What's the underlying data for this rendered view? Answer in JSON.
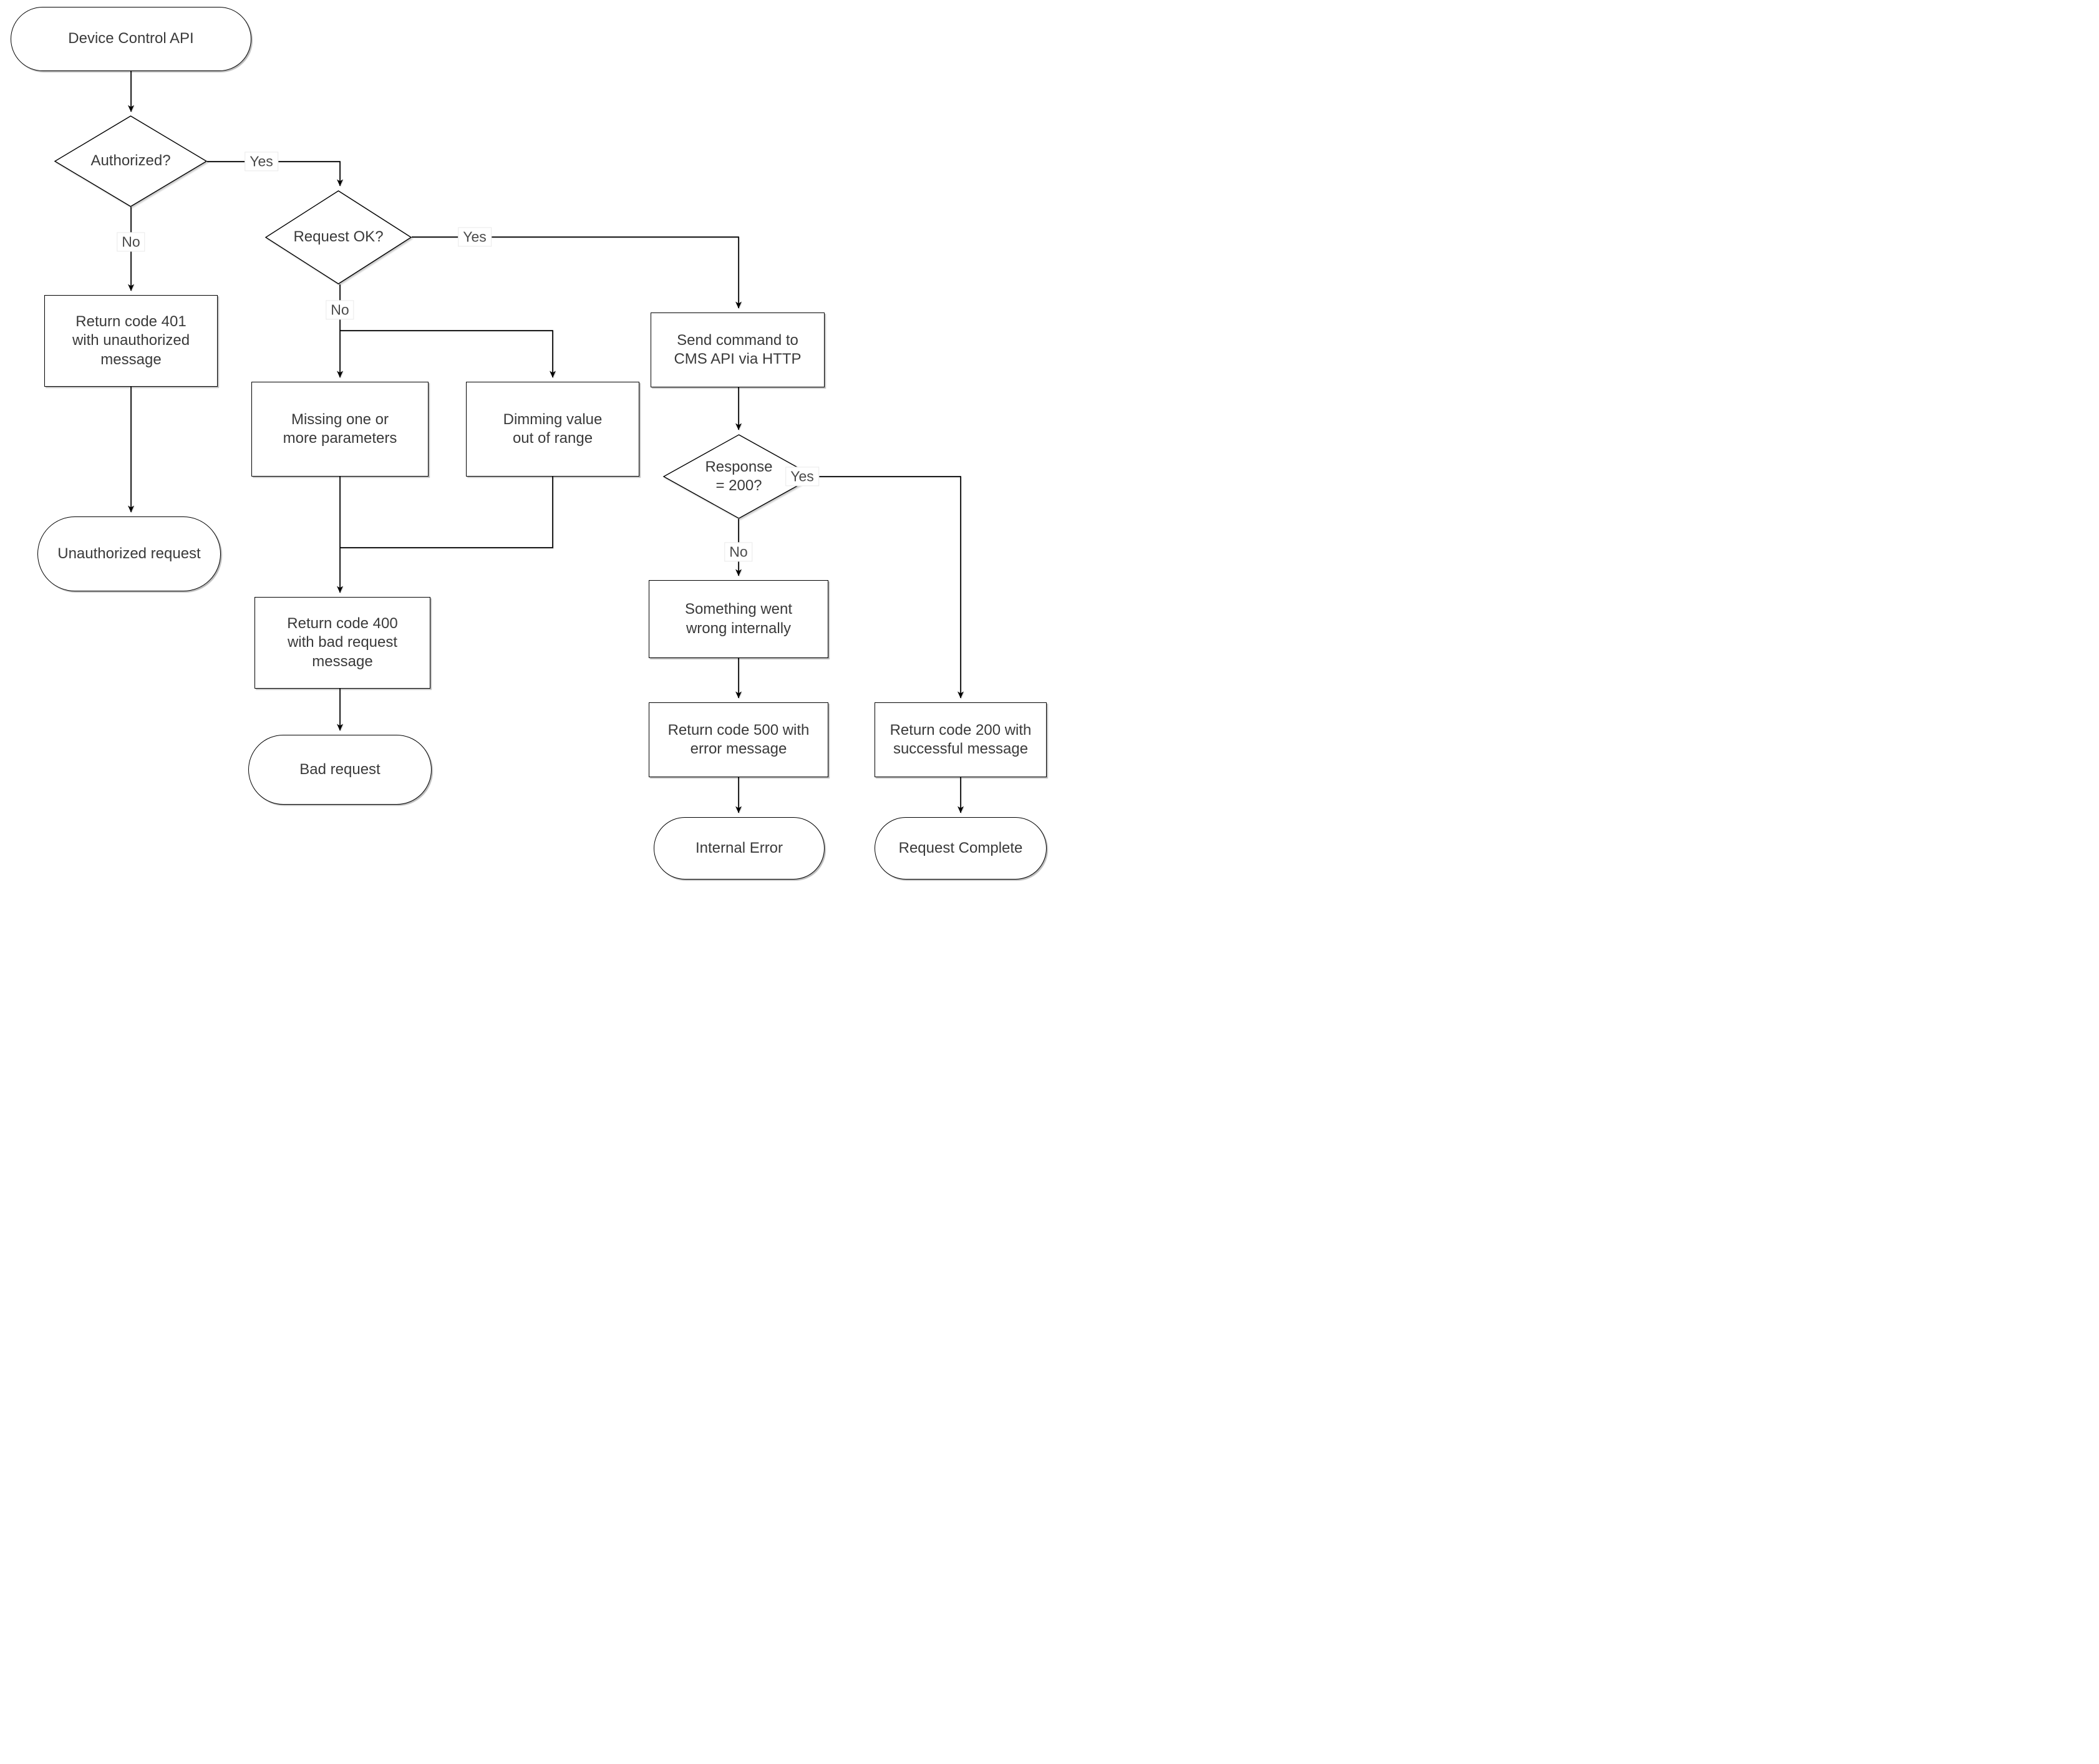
{
  "diagram": {
    "title": "Device Control API flowchart",
    "nodes": {
      "start": {
        "label": "Device Control API",
        "type": "terminal"
      },
      "authorized": {
        "label": "Authorized?",
        "type": "decision"
      },
      "return401": {
        "label": "Return code 401 with unauthorized message",
        "type": "process"
      },
      "unauthorized": {
        "label": "Unauthorized request",
        "type": "terminal"
      },
      "requestOk": {
        "label": "Request OK?",
        "type": "decision"
      },
      "missingParams": {
        "label": "Missing one or more parameters",
        "type": "process"
      },
      "dimmingRange": {
        "label": "Dimming value out of range",
        "type": "process"
      },
      "return400": {
        "label": "Return code 400 with bad request message",
        "type": "process"
      },
      "badRequest": {
        "label": "Bad request",
        "type": "terminal"
      },
      "sendCommand": {
        "label": "Send command to CMS API via HTTP",
        "type": "process"
      },
      "response200": {
        "label": "Response = 200?",
        "type": "decision"
      },
      "wentWrong": {
        "label": "Something went wrong internally",
        "type": "process"
      },
      "return500": {
        "label": "Return code 500 with error message",
        "type": "process"
      },
      "internalError": {
        "label": "Internal Error",
        "type": "terminal"
      },
      "return200": {
        "label": "Return code 200 with successful message",
        "type": "process"
      },
      "requestComplete": {
        "label": "Request Complete",
        "type": "terminal"
      }
    },
    "edge_labels": {
      "authorized_yes": "Yes",
      "authorized_no": "No",
      "requestOk_yes": "Yes",
      "requestOk_no": "No",
      "response200_yes": "Yes",
      "response200_no": "No"
    },
    "edges": [
      {
        "from": "start",
        "to": "authorized",
        "label": ""
      },
      {
        "from": "authorized",
        "to": "requestOk",
        "label": "Yes"
      },
      {
        "from": "authorized",
        "to": "return401",
        "label": "No"
      },
      {
        "from": "return401",
        "to": "unauthorized",
        "label": ""
      },
      {
        "from": "requestOk",
        "to": "sendCommand",
        "label": "Yes"
      },
      {
        "from": "requestOk",
        "to": "missingParams",
        "label": "No"
      },
      {
        "from": "requestOk",
        "to": "dimmingRange",
        "label": "No"
      },
      {
        "from": "missingParams",
        "to": "return400",
        "label": ""
      },
      {
        "from": "dimmingRange",
        "to": "return400",
        "label": ""
      },
      {
        "from": "return400",
        "to": "badRequest",
        "label": ""
      },
      {
        "from": "sendCommand",
        "to": "response200",
        "label": ""
      },
      {
        "from": "response200",
        "to": "return200",
        "label": "Yes"
      },
      {
        "from": "response200",
        "to": "wentWrong",
        "label": "No"
      },
      {
        "from": "wentWrong",
        "to": "return500",
        "label": ""
      },
      {
        "from": "return500",
        "to": "internalError",
        "label": ""
      },
      {
        "from": "return200",
        "to": "requestComplete",
        "label": ""
      }
    ],
    "colors": {
      "shape_fill": "#ffffff",
      "shape_stroke": "#000000",
      "text": "#3a3a3a",
      "edge": "#000000",
      "label_bg": "#ffffff"
    }
  }
}
